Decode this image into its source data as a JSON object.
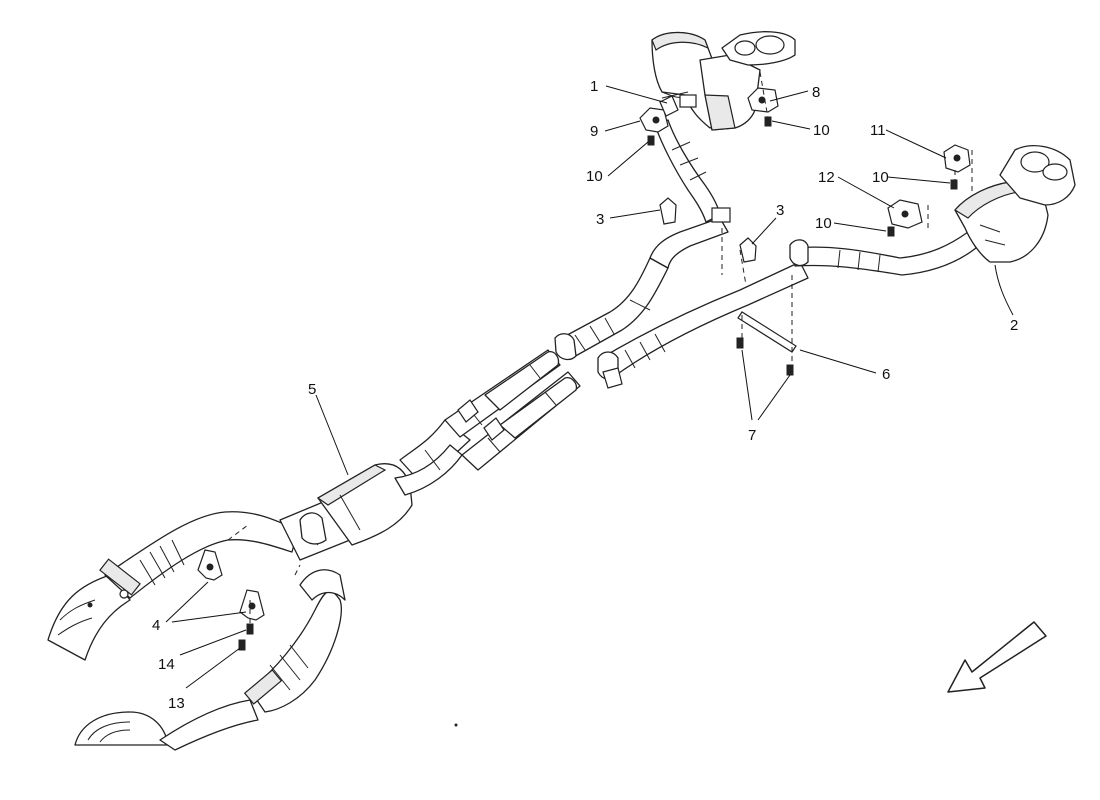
{
  "callouts": [
    {
      "id": "c1",
      "text": "1"
    },
    {
      "id": "c2",
      "text": "2"
    },
    {
      "id": "c3a",
      "text": "3"
    },
    {
      "id": "c3b",
      "text": "3"
    },
    {
      "id": "c4",
      "text": "4"
    },
    {
      "id": "c5",
      "text": "5"
    },
    {
      "id": "c6",
      "text": "6"
    },
    {
      "id": "c7",
      "text": "7"
    },
    {
      "id": "c8",
      "text": "8"
    },
    {
      "id": "c9",
      "text": "9"
    },
    {
      "id": "c10a",
      "text": "10"
    },
    {
      "id": "c10b",
      "text": "10"
    },
    {
      "id": "c10c",
      "text": "10"
    },
    {
      "id": "c10d",
      "text": "10"
    },
    {
      "id": "c11",
      "text": "11"
    },
    {
      "id": "c12",
      "text": "12"
    },
    {
      "id": "c13",
      "text": "13"
    },
    {
      "id": "c14",
      "text": "14"
    }
  ],
  "icons": {
    "direction_arrow": "direction-arrow-icon"
  }
}
